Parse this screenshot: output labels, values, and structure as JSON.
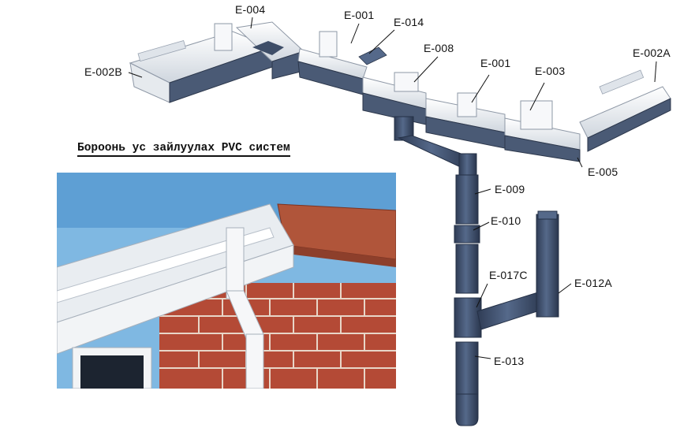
{
  "title": "Бороонь ус зайлуулах PVC систем",
  "labels": {
    "e004": "E-004",
    "e001a": "E-001",
    "e014": "E-014",
    "e008": "E-008",
    "e001b": "E-001",
    "e003": "E-003",
    "e002a": "E-002A",
    "e002b": "E-002B",
    "e005": "E-005",
    "e009": "E-009",
    "e010": "E-010",
    "e017c": "E-017C",
    "e012a": "E-012A",
    "e013": "E-013"
  },
  "colors": {
    "gutter_white": "#f2f4f6",
    "pipe_blue": "#3e4e68",
    "sky": "#7fb8e2",
    "brick": "#b44a36",
    "roof_tile": "#b0553a"
  }
}
